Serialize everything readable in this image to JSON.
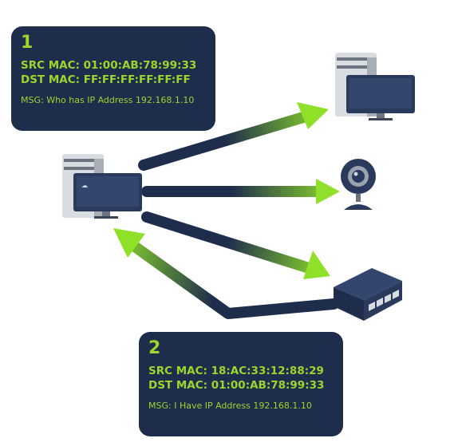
{
  "frame1": {
    "step": "1",
    "src_mac": "SRC MAC: 01:00:AB:78:99:33",
    "dst_mac": "DST MAC: FF:FF:FF:FF:FF:FF",
    "msg": "MSG: Who has IP Address 192.168.1.10"
  },
  "frame2": {
    "step": "2",
    "src_mac": "SRC MAC: 18:AC:33:12:88:29",
    "dst_mac": "DST MAC: 01:00:AB:78:99:33",
    "msg": "MSG: I Have IP Address 192.168.1.10"
  },
  "nodes": [
    {
      "id": "sender",
      "icon": "desktop-computer-icon"
    },
    {
      "id": "computer",
      "icon": "desktop-computer-icon"
    },
    {
      "id": "camera",
      "icon": "webcam-icon"
    },
    {
      "id": "switch",
      "icon": "network-switch-icon"
    }
  ],
  "colors": {
    "box_bg": "#1f2d4d",
    "accent": "#9bd62a",
    "arrow_start": "#1f2d4d",
    "arrow_end": "#8fe028"
  }
}
